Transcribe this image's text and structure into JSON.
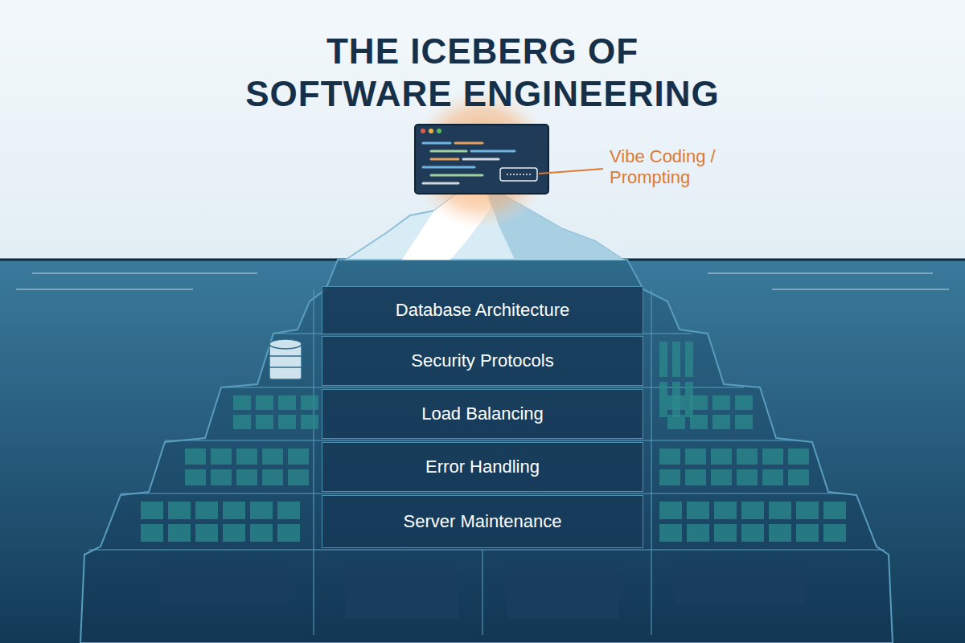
{
  "diagram": {
    "title": "THE ICEBERG OF SOFTWARE ENGINEERING",
    "nodes": [
      {
        "text": [
          "Database Architecture"
        ]
      },
      {
        "text": [
          "Security Protocols"
        ]
      },
      {
        "text": [
          "Load Balancing"
        ]
      },
      {
        "text": [
          "Error Handling"
        ]
      },
      {
        "text": [
          "Server Maintenance"
        ]
      }
    ],
    "labels": [
      "Vibe Coding / Prompting"
    ]
  }
}
